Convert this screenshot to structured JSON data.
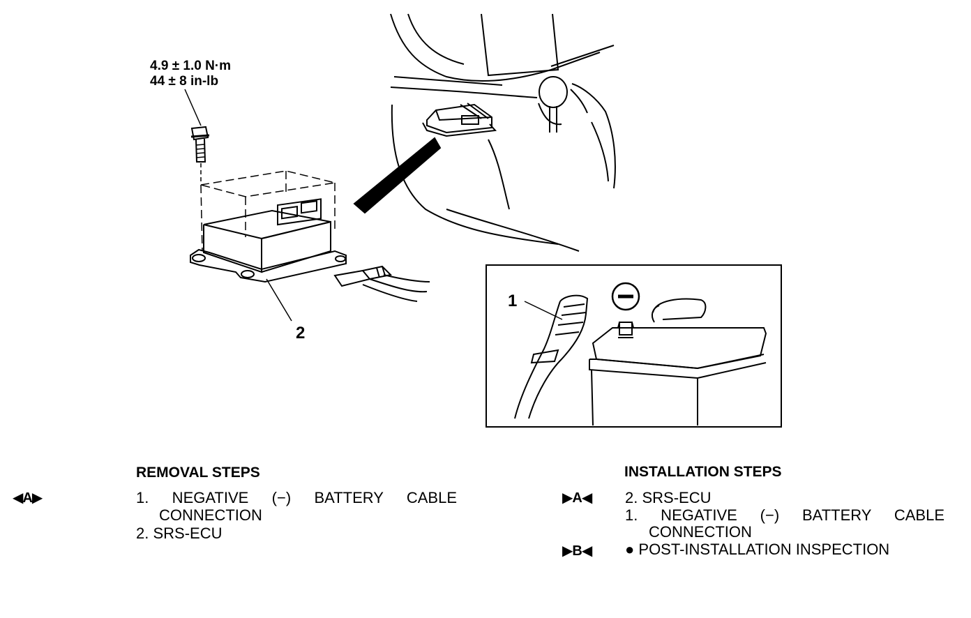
{
  "torque": {
    "line1": "4.9 ± 1.0 N·m",
    "line2": "44 ± 8 in-lb"
  },
  "callouts": {
    "srs_ecu": "2",
    "battery_cable": "1"
  },
  "removal": {
    "heading": "REMOVAL STEPS",
    "marker": "◀A▶",
    "steps": [
      {
        "line1": "1. NEGATIVE (−) BATTERY CABLE",
        "line2": "CONNECTION"
      },
      {
        "line1": "2. SRS-ECU"
      }
    ]
  },
  "installation": {
    "heading": "INSTALLATION STEPS",
    "markers": [
      "▶A◀",
      "▶B◀"
    ],
    "steps": [
      {
        "line1": "2. SRS-ECU"
      },
      {
        "line1": "1. NEGATIVE (−) BATTERY CABLE",
        "line2": "CONNECTION"
      },
      {
        "line1": "● POST-INSTALLATION INSPECTION"
      }
    ]
  },
  "icons": [
    "bolt-icon",
    "negative-terminal-icon",
    "view-pointer-icon"
  ]
}
